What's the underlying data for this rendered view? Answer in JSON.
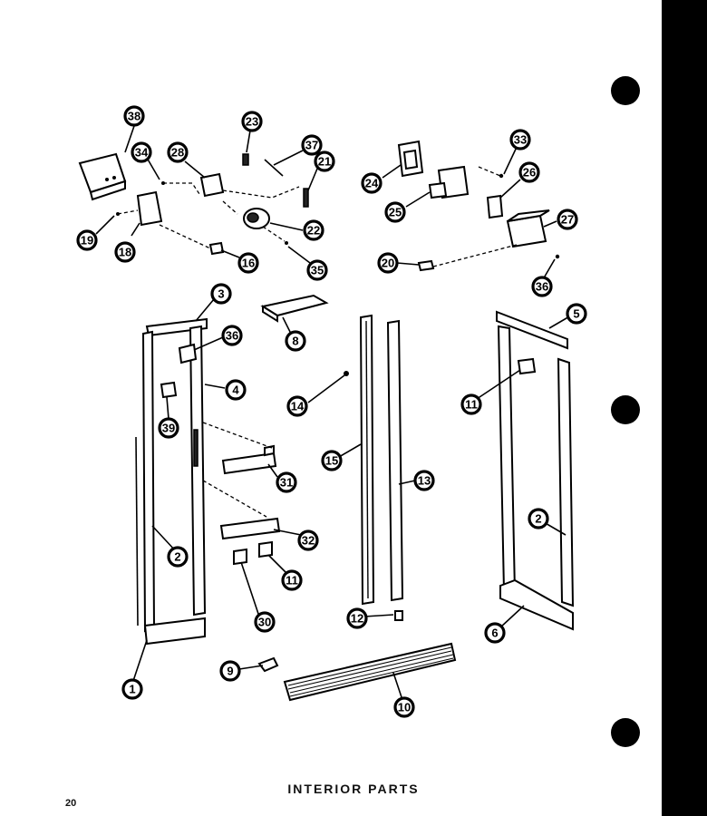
{
  "caption": "INTERIOR PARTS",
  "page_number": "20",
  "callouts": {
    "c38": "38",
    "c34": "34",
    "c28": "28",
    "c23": "23",
    "c37": "37",
    "c21": "21",
    "c19": "19",
    "c18": "18",
    "c22": "22",
    "c16": "16",
    "c35": "35",
    "c24": "24",
    "c33": "33",
    "c26": "26",
    "c25": "25",
    "c27": "27",
    "c20": "20",
    "c36r": "36",
    "c3": "3",
    "c36l": "36",
    "c4": "4",
    "c39": "39",
    "c8a": "8",
    "c14": "14",
    "c31": "31",
    "c32": "32",
    "c11a": "11",
    "c30": "30",
    "c2a": "2",
    "c1": "1",
    "c15": "15",
    "c13": "13",
    "c12": "12",
    "c5": "5",
    "c11b": "11",
    "c2b": "2",
    "c6": "6",
    "c9": "9",
    "c10": "10"
  },
  "colors": {
    "ink": "#000000",
    "paper": "#ffffff"
  }
}
